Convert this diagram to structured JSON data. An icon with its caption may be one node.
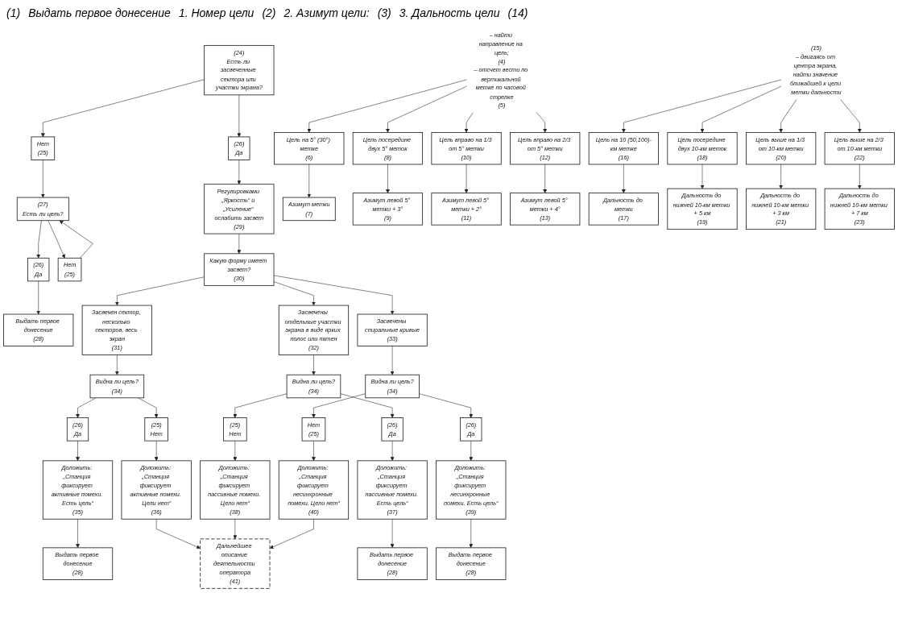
{
  "diagram": {
    "nodes": [
      {
        "text": [
          "– найти направление на цель;",
          "(4)",
          "– отсчет вести по вертикальной метке по часовой стрелке",
          "(5)"
        ]
      },
      {
        "text": [
          "Цель на 5° (30°) метке",
          "(6)"
        ]
      },
      {
        "text": [
          "Азимут метки",
          "(7)"
        ]
      },
      {
        "text": [
          "Цель посередине двух 5° меток",
          "(8)"
        ]
      },
      {
        "text": [
          "Азимут левой 5° метки + 3°",
          "(9)"
        ]
      },
      {
        "text": [
          "Цель вправо на 1/3 от 5° метки",
          "(10)"
        ]
      },
      {
        "text": [
          "Азимут левой 5° метки + 2°",
          "(11)"
        ]
      },
      {
        "text": [
          "Цель вправо на 2/3 от 5° метки",
          "(12)"
        ]
      },
      {
        "text": [
          "Азимут левой 5° метки + 4°",
          "(13)"
        ]
      },
      {
        "text": [
          "(15)",
          "– двигаясь от центра экрана, найти значение ближайшей к цели метки дальности"
        ]
      },
      {
        "text": [
          "Цель на 10 (50,100)-км метке",
          "(16)"
        ]
      },
      {
        "text": [
          "Дальность до метки",
          "(17)"
        ]
      },
      {
        "text": [
          "Цель посередине двух 10-км меток",
          "(18)"
        ]
      },
      {
        "text": [
          "Дальность до нижней 10-км метки + 5 км",
          "(19)"
        ]
      },
      {
        "text": [
          "Цель выше на 1/3 от 10-км метки",
          "(20)"
        ]
      },
      {
        "text": [
          "Дальность до нижней 10-км метки + 3 км",
          "(21)"
        ]
      },
      {
        "text": [
          "Цель выше на 2/3 от 10-км метки",
          "(22)"
        ]
      },
      {
        "text": [
          "Дальность до нижней 10-км метки + 7 км",
          "(23)"
        ]
      },
      {
        "text": [
          "(24)",
          "Есть ли засвеченные сектора или участки экрана?"
        ]
      },
      {
        "text": [
          "Нет",
          "(25)"
        ]
      },
      {
        "text": [
          "(26)",
          "Да"
        ]
      },
      {
        "text": [
          "(27)",
          "Есть ли цель?"
        ]
      },
      {
        "text": [
          "(26)",
          "Да"
        ]
      },
      {
        "text": [
          "Нет",
          "(25)"
        ]
      },
      {
        "text": [
          "Выдать первое донесение",
          "(28)"
        ]
      },
      {
        "text": [
          "Регулировками „Яркость“ и „Усиление“ ослабить засвет",
          "(29)"
        ]
      },
      {
        "text": [
          "Какую форму имеет засвет?",
          "(30)"
        ]
      },
      {
        "text": [
          "Засвечен сектор, несколько секторов, весь экран",
          "(31)"
        ]
      },
      {
        "text": [
          "Засвечены отдельные участки экрана в виде ярких полос или пятен",
          "(32)"
        ]
      },
      {
        "text": [
          "Засвечены спиральные кривые",
          "(33)"
        ]
      },
      {
        "text": [
          "Видна ли цель?",
          "(34)"
        ]
      },
      {
        "text": [
          "Видна ли цель?",
          "(34)"
        ]
      },
      {
        "text": [
          "Видна ли цель?",
          "(34)"
        ]
      },
      {
        "text": [
          "(26)",
          "Да"
        ]
      },
      {
        "text": [
          "(25)",
          "Нет"
        ]
      },
      {
        "text": [
          "(26)",
          "Да"
        ]
      },
      {
        "text": [
          "(25)",
          "Нет"
        ]
      },
      {
        "text": [
          "(26)",
          "Да"
        ]
      },
      {
        "text": [
          "Нет",
          "(25)"
        ]
      },
      {
        "text": [
          "Доложить: „Станция фиксирует активные помехи. Есть цель“",
          "(35)"
        ]
      },
      {
        "text": [
          "Доложить: „Станция фиксирует активные помехи. Цели нет“",
          "(36)"
        ]
      },
      {
        "text": [
          "Доложить: „Станция фиксирует пассивные помехи. Есть цель“",
          "(37)"
        ]
      },
      {
        "text": [
          "Доложить: „Станция фиксирует пассивные помехи. Цели нет“",
          "(38)"
        ]
      },
      {
        "text": [
          "Доложить: „Станция фиксирует несинхронные помехи. Есть цель“",
          "(39)"
        ]
      },
      {
        "text": [
          "Доложить: „Станция фиксирует несинхронные помехи. Цели нет“",
          "(40)"
        ]
      },
      {
        "text": [
          "Выдать первое донесение",
          "(28)"
        ]
      },
      {
        "text": [
          "Выдать первое донесение",
          "(28)"
        ]
      },
      {
        "text": [
          "Выдать первое донесение",
          "(28)"
        ]
      },
      {
        "text": [
          "Дальнейшее описание деятельности оператора",
          "(41)"
        ]
      }
    ],
    "edges": [
      {
        "from": 0,
        "to": 1,
        "arrow": "to"
      },
      {
        "from": 0,
        "to": 3,
        "arrow": "to"
      },
      {
        "from": 0,
        "to": 5,
        "arrow": "to"
      },
      {
        "from": 0,
        "to": 7,
        "arrow": "to"
      },
      {
        "from": 1,
        "to": 2,
        "arrow": "to"
      },
      {
        "from": 3,
        "to": 4,
        "arrow": "to"
      },
      {
        "from": 5,
        "to": 6,
        "arrow": "to"
      },
      {
        "from": 7,
        "to": 8,
        "arrow": "to"
      },
      {
        "from": 9,
        "to": 10,
        "arrow": "to"
      },
      {
        "from": 9,
        "to": 12,
        "arrow": "to"
      },
      {
        "from": 9,
        "to": 14,
        "arrow": "to"
      },
      {
        "from": 9,
        "to": 16,
        "arrow": "to"
      },
      {
        "from": 10,
        "to": 11,
        "arrow": "to"
      },
      {
        "from": 12,
        "to": 13,
        "arrow": "to"
      },
      {
        "from": 14,
        "to": 15,
        "arrow": "to"
      },
      {
        "from": 16,
        "to": 17,
        "arrow": "to"
      },
      {
        "from": 18,
        "to": 19,
        "arrow": "to"
      },
      {
        "from": 18,
        "to": 20,
        "arrow": "to"
      },
      {
        "from": 19,
        "to": 21,
        "arrow": "to"
      },
      {
        "from": 21,
        "to": 22,
        "arrow": "to"
      },
      {
        "from": 21,
        "to": 23,
        "arrow": "to"
      },
      {
        "from": 23,
        "to": 21,
        "arrow": "to"
      },
      {
        "from": 22,
        "to": 24,
        "arrow": "to"
      },
      {
        "from": 20,
        "to": 25,
        "arrow": "to"
      },
      {
        "from": 25,
        "to": 26,
        "arrow": "to"
      },
      {
        "from": 26,
        "to": 27,
        "arrow": "to"
      },
      {
        "from": 26,
        "to": 28,
        "arrow": "to"
      },
      {
        "from": 26,
        "to": 29,
        "arrow": "to"
      },
      {
        "from": 27,
        "to": 30,
        "arrow": "to"
      },
      {
        "from": 28,
        "to": 31,
        "arrow": "to"
      },
      {
        "from": 29,
        "to": 32,
        "arrow": "to"
      },
      {
        "from": 30,
        "to": 33,
        "arrow": "to"
      },
      {
        "from": 30,
        "to": 34,
        "arrow": "to"
      },
      {
        "from": 31,
        "to": 35,
        "arrow": "to"
      },
      {
        "from": 31,
        "to": 36,
        "arrow": "to"
      },
      {
        "from": 32,
        "to": 37,
        "arrow": "to"
      },
      {
        "from": 32,
        "to": 38,
        "arrow": "to"
      },
      {
        "from": 33,
        "to": 39,
        "arrow": "to"
      },
      {
        "from": 34,
        "to": 40,
        "arrow": "to"
      },
      {
        "from": 35,
        "to": 41,
        "arrow": "to"
      },
      {
        "from": 36,
        "to": 42,
        "arrow": "to"
      },
      {
        "from": 37,
        "to": 43,
        "arrow": "to"
      },
      {
        "from": 38,
        "to": 44,
        "arrow": "to"
      },
      {
        "from": 39,
        "to": 45,
        "arrow": "to"
      },
      {
        "from": 41,
        "to": 46,
        "arrow": "to"
      },
      {
        "from": 43,
        "to": 47,
        "arrow": "to"
      },
      {
        "from": 40,
        "to": 48,
        "arrow": "to"
      },
      {
        "from": 42,
        "to": 48,
        "arrow": "to"
      },
      {
        "from": 44,
        "to": 48,
        "arrow": "to"
      }
    ],
    "labels": [
      "(1)",
      "Выдать первое донесение",
      "1. Номер цели",
      "(2)",
      "2. Азимут цели:",
      "(3)",
      "3. Дальность цели",
      "(14)"
    ]
  }
}
